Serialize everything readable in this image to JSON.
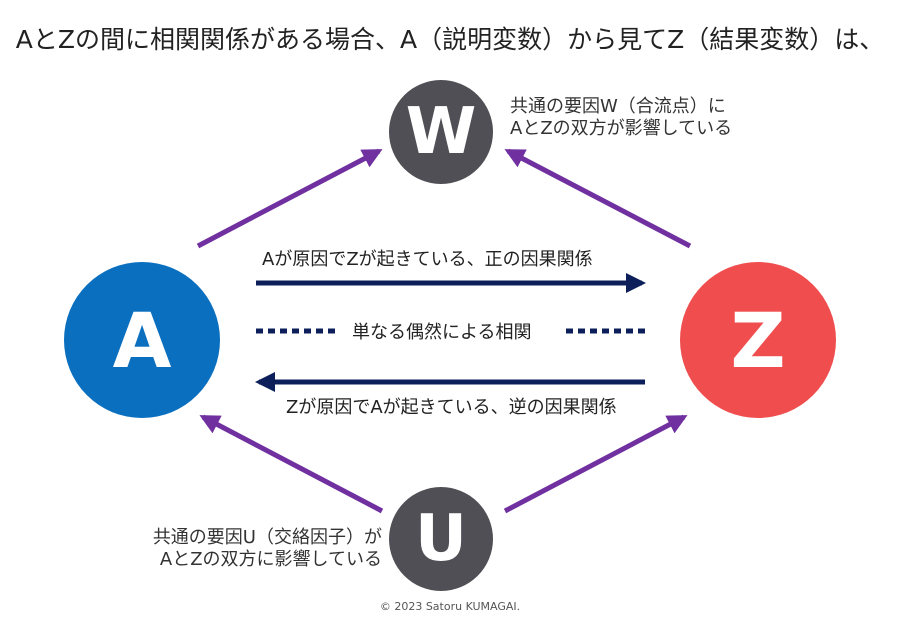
{
  "title": "AとZの間に相関関係がある場合、A（説明変数）から見てZ（結果変数）は、",
  "nodes": {
    "w": "W",
    "a": "A",
    "z": "Z",
    "u": "U"
  },
  "w_note": {
    "line1": "共通の要因W（合流点）に",
    "line2": "AとZの双方が影響している"
  },
  "u_note": {
    "line1": "共通の要因U（交絡因子）が",
    "line2": "AとZの双方に影響している"
  },
  "labels": {
    "forward": "Aが原因でZが起きている、正の因果関係",
    "chance": "単なる偶然による相関",
    "reverse": "Zが原因でAが起きている、逆の因果関係"
  },
  "copyright": "© 2023 Satoru KUMAGAI.",
  "colors": {
    "purple": "#7030a0",
    "navy": "#0c1f5a",
    "node_gray": "#4f4f55",
    "node_blue": "#0a6fbf",
    "node_red": "#f04e4e"
  }
}
